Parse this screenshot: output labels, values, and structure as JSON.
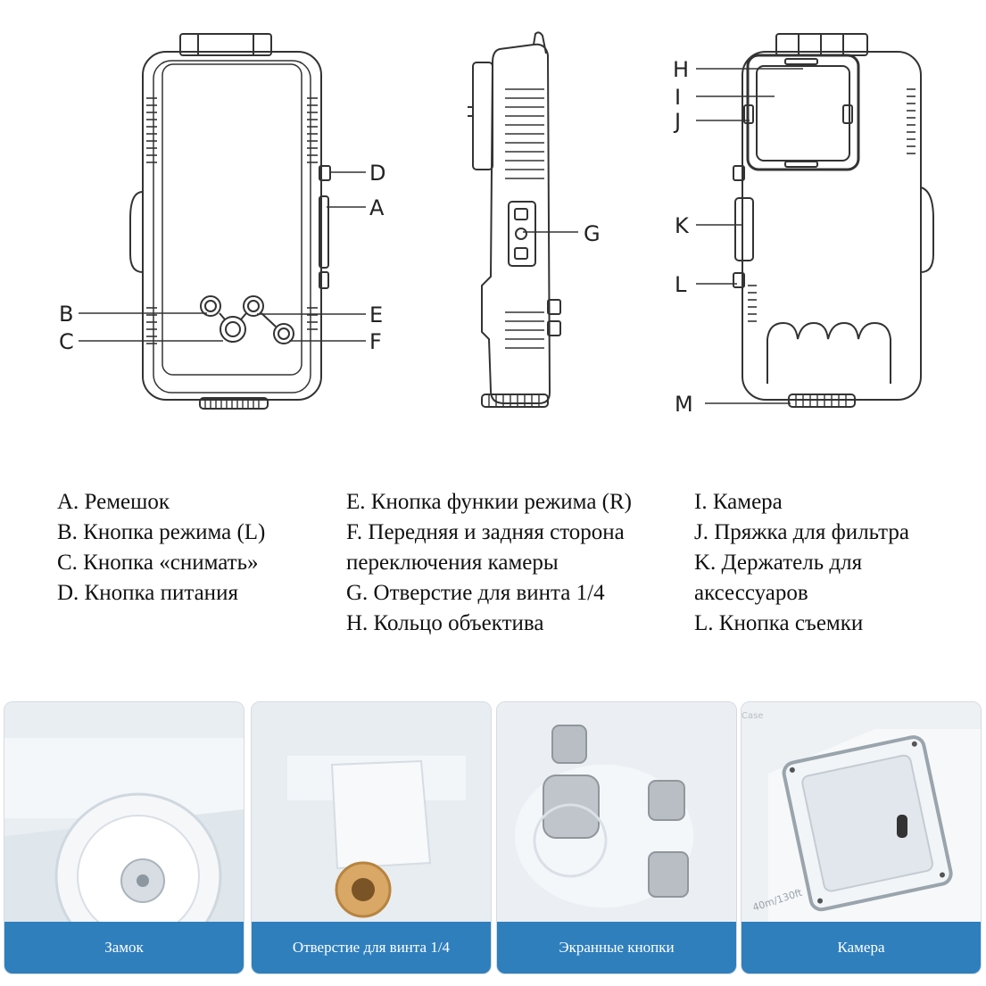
{
  "diagram": {
    "callouts": [
      "A",
      "B",
      "C",
      "D",
      "E",
      "F",
      "G",
      "H",
      "I",
      "J",
      "K",
      "L",
      "M"
    ]
  },
  "legend": {
    "col1": [
      "A. Ремешок",
      "B. Кнопка режима (L)",
      "C. Кнопка «снимать»",
      "D. Кнопка питания"
    ],
    "col2": [
      "E. Кнопка функии режима (R)",
      "F. Передняя и задняя сторона",
      "переключения камеры",
      "G. Отверстие для винта 1/4",
      "H. Кольцо объектива"
    ],
    "col3": [
      "I. Камера",
      "J. Пряжка для фильтра",
      "K. Держатель для",
      "аксессуаров",
      "L. Кнопка съемки"
    ]
  },
  "photos": [
    {
      "caption": "Замок"
    },
    {
      "caption": "Отверстие для винта 1/4"
    },
    {
      "caption": "Экранные кнопки"
    },
    {
      "caption": "Камера"
    }
  ],
  "photo_text": {
    "depth": "40m/130ft",
    "case": "Case"
  },
  "colors": {
    "caption_bg": "#2f7fbd",
    "line": "#333333"
  }
}
